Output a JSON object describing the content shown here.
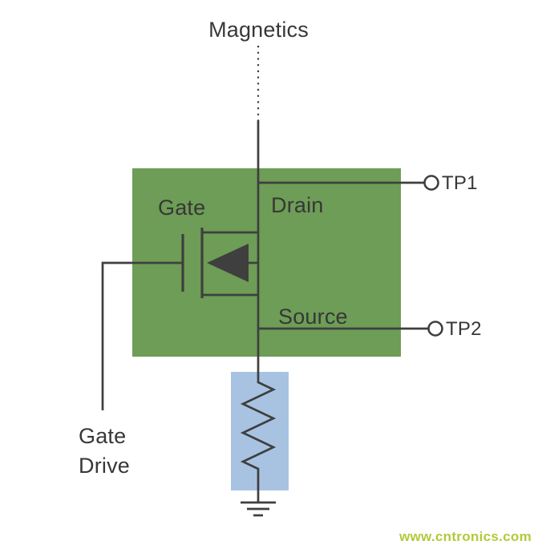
{
  "diagram": {
    "magnetics_label": "Magnetics",
    "mosfet": {
      "gate_label": "Gate",
      "drain_label": "Drain",
      "source_label": "Source"
    },
    "gate_drive": {
      "line1": "Gate",
      "line2": "Drive"
    },
    "test_points": {
      "tp1": "TP1",
      "tp2": "TP2"
    },
    "colors": {
      "mosfet_block_fill": "#6d9d56",
      "resistor_block_fill": "#a8c3e2",
      "wire": "#3f3f3f",
      "label_text": "#373737",
      "watermark_text": "#b1ca3b"
    }
  },
  "watermark": "www.cntronics.com"
}
